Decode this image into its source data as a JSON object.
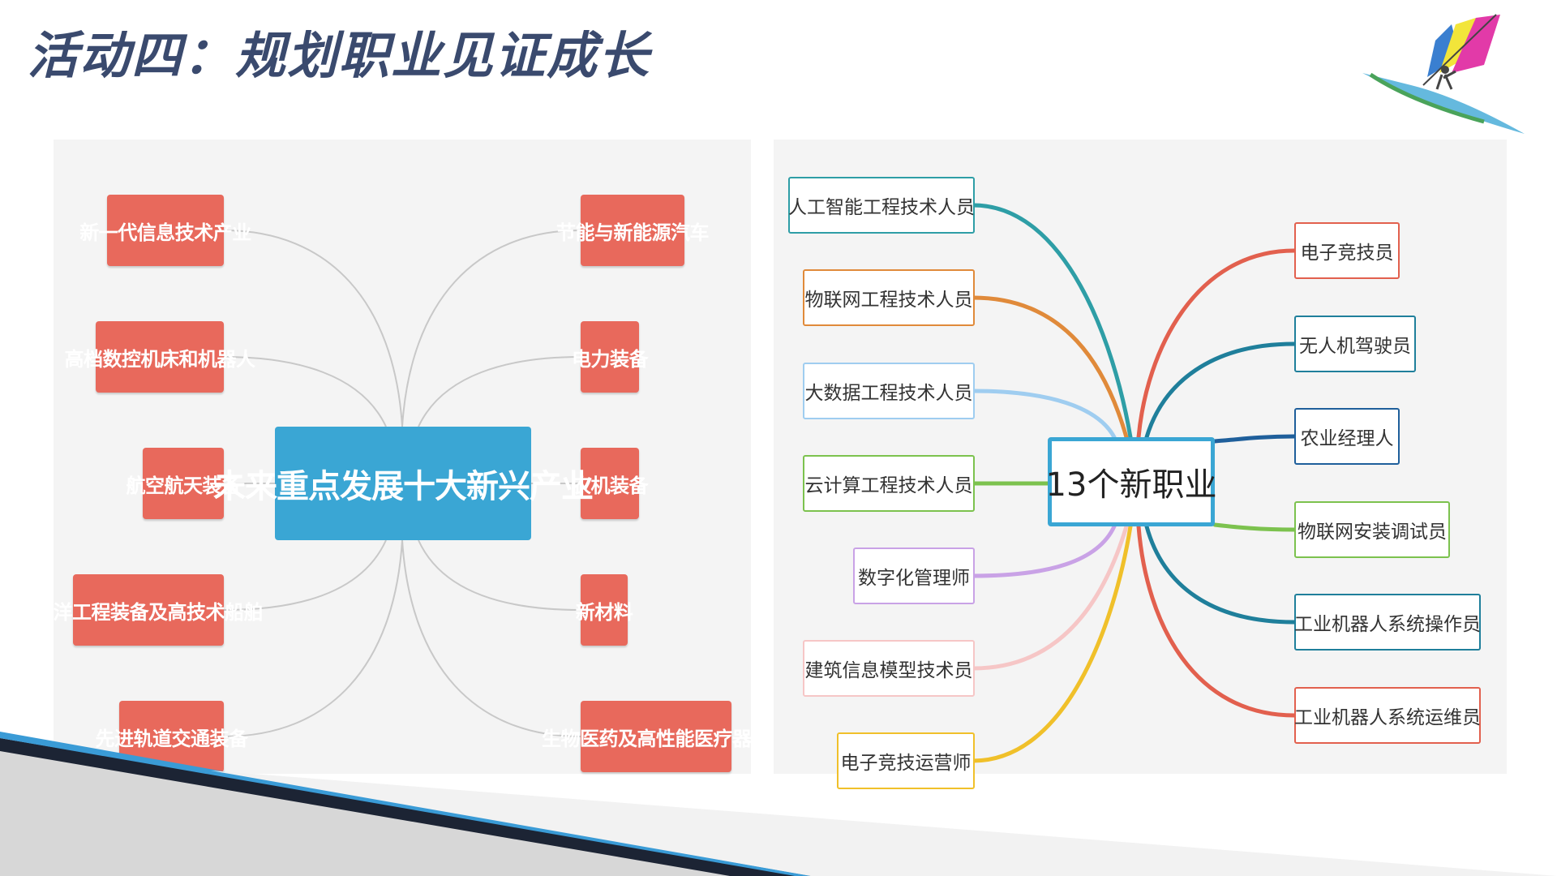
{
  "slide": {
    "title": "活动四：规划职业见证成长"
  },
  "left_diagram": {
    "center": "未来重点发展十大新兴产业",
    "center_color": "#3aa6d4",
    "node_color": "#e8695c",
    "left_nodes": [
      "新一代信息技术产业",
      "高档数控机床和机器人",
      "航空航天装备",
      "海洋工程装备及高技术船舶",
      "先进轨道交通装备"
    ],
    "right_nodes": [
      "节能与新能源汽车",
      "电力装备",
      "农机装备",
      "新材料",
      "生物医药及高性能医疗器械"
    ]
  },
  "right_diagram": {
    "center": "13个新职业",
    "center_border_color": "#3aa6d4",
    "left_nodes": [
      {
        "label": "人工智能工程技术人员",
        "color": "#2e9ea6"
      },
      {
        "label": "物联网工程技术人员",
        "color": "#e08a3a"
      },
      {
        "label": "大数据工程技术人员",
        "color": "#9fcdf0"
      },
      {
        "label": "云计算工程技术人员",
        "color": "#7cc24e"
      },
      {
        "label": "数字化管理师",
        "color": "#c9a2e6"
      },
      {
        "label": "建筑信息模型技术员",
        "color": "#f6c6c6"
      },
      {
        "label": "电子竞技运营师",
        "color": "#f0c02a"
      }
    ],
    "right_nodes": [
      {
        "label": "电子竞技员",
        "color": "#e2604e"
      },
      {
        "label": "无人机驾驶员",
        "color": "#1f7f9b"
      },
      {
        "label": "农业经理人",
        "color": "#1f5f9b"
      },
      {
        "label": "物联网安装调试员",
        "color": "#7cc24e"
      },
      {
        "label": "工业机器人系统操作员",
        "color": "#1f7f9b"
      },
      {
        "label": "工业机器人系统运维员",
        "color": "#e2604e"
      }
    ]
  }
}
